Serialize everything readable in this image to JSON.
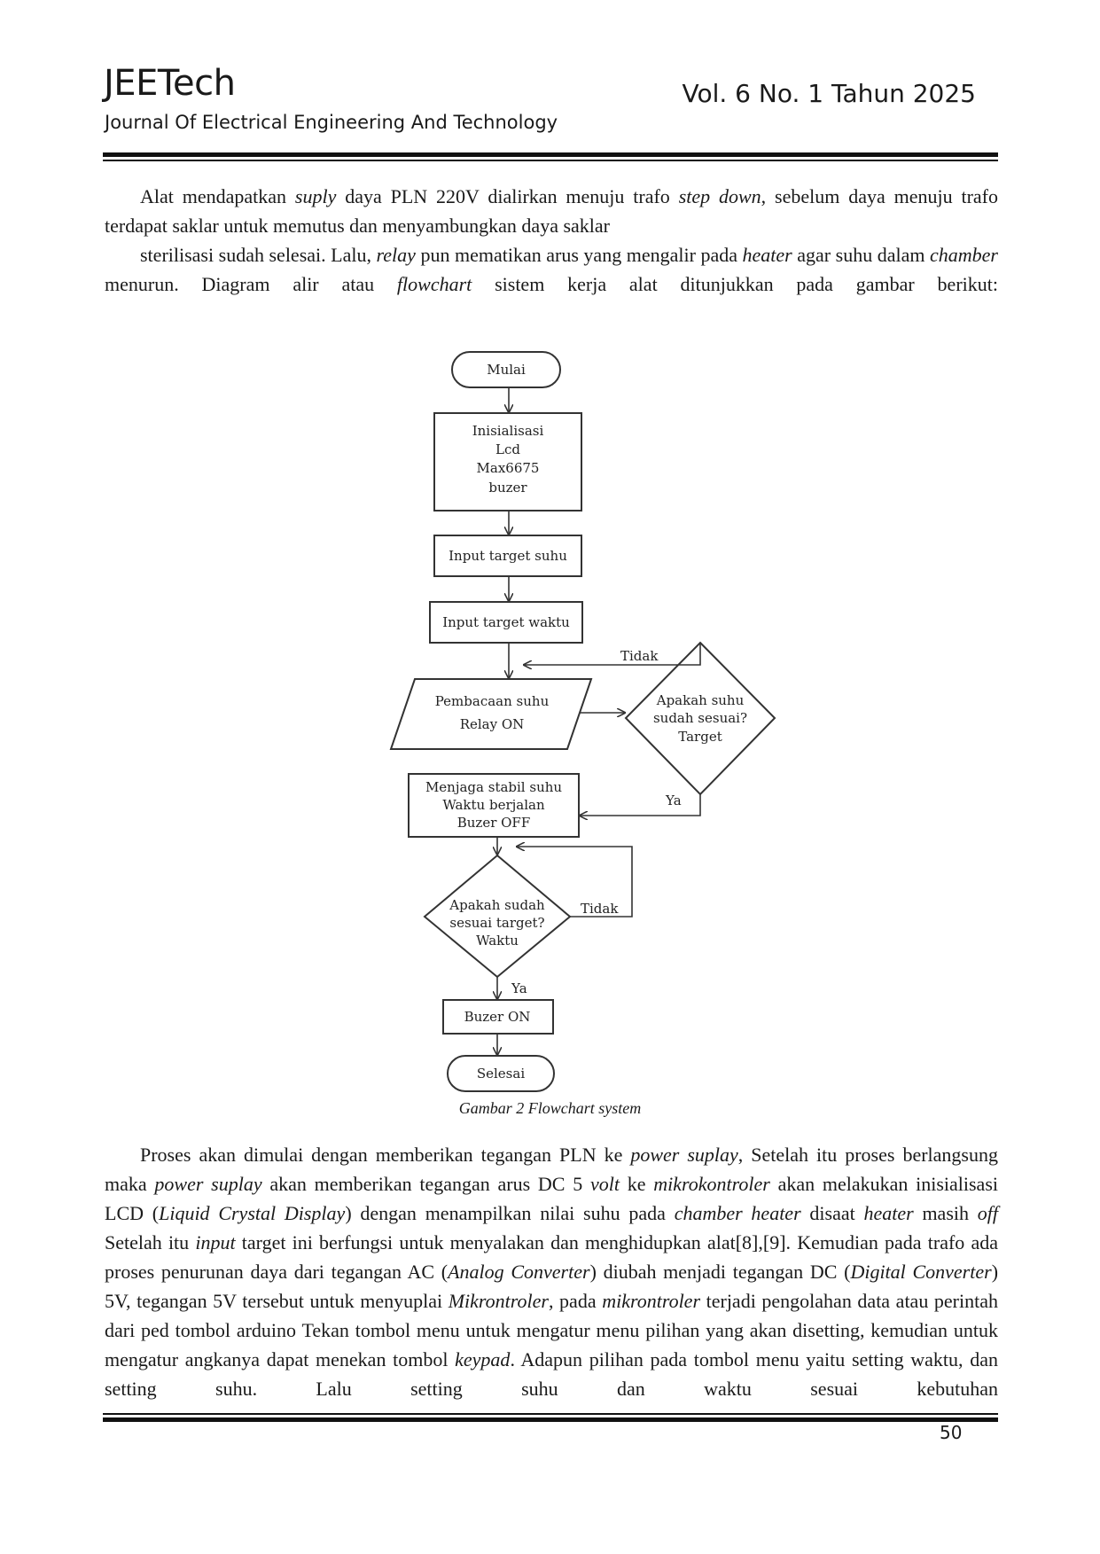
{
  "header": {
    "journal": "JEETech",
    "subtitle": "Journal Of Electrical Engineering And Technology",
    "issue": "Vol. 6 No. 1 Tahun 2025"
  },
  "para1": [
    {
      "t": "Alat mendapatkan "
    },
    {
      "t": "suply",
      "i": true
    },
    {
      "t": " daya PLN 220V dialirkan menuju trafo "
    },
    {
      "t": "step down",
      "i": true
    },
    {
      "t": ", sebelum daya menuju trafo terdapat saklar untuk memutus dan menyambungkan daya saklar"
    }
  ],
  "para2": [
    {
      "t": "sterilisasi sudah selesai. Lalu, "
    },
    {
      "t": "relay",
      "i": true
    },
    {
      "t": " pun mematikan arus yang mengalir pada "
    },
    {
      "t": "heater",
      "i": true
    },
    {
      "t": " agar suhu dalam "
    },
    {
      "t": "chamber",
      "i": true
    },
    {
      "t": " menurun. Diagram alir atau "
    },
    {
      "t": "flowchart",
      "i": true
    },
    {
      "t": " sistem kerja alat ditunjukkan pada gambar berikut:"
    }
  ],
  "flowchart": {
    "start": "Mulai",
    "init": [
      "Inisialisasi",
      "Lcd",
      "Max6675",
      "buzer"
    ],
    "input_temp": "Input target suhu",
    "input_time": "Input target waktu",
    "read": [
      "Pembacaan suhu",
      "Relay ON"
    ],
    "decision_temp": [
      "Apakah suhu",
      "sudah sesuai?",
      "Target"
    ],
    "hold": [
      "Menjaga stabil suhu",
      "Waktu berjalan",
      "Buzer OFF"
    ],
    "decision_time": [
      "Apakah sudah",
      "sesuai target?",
      "Waktu"
    ],
    "buzzer_on": "Buzer ON",
    "end": "Selesai",
    "no_label": "Tidak",
    "yes_label": "Ya"
  },
  "caption": "Gambar 2 Flowchart system",
  "para3": [
    {
      "t": "Proses akan dimulai dengan memberikan tegangan PLN ke "
    },
    {
      "t": "power suplay",
      "i": true
    },
    {
      "t": ", Setelah itu proses berlangsung maka "
    },
    {
      "t": "power suplay",
      "i": true
    },
    {
      "t": " akan memberikan tegangan arus DC 5 "
    },
    {
      "t": "volt",
      "i": true
    },
    {
      "t": " ke "
    },
    {
      "t": "mikrokontroler",
      "i": true
    },
    {
      "t": " akan melakukan inisialisasi LCD ("
    },
    {
      "t": "Liquid Crystal Display",
      "i": true
    },
    {
      "t": ") dengan menampilkan nilai suhu pada "
    },
    {
      "t": "chamber heater",
      "i": true
    },
    {
      "t": " disaat "
    },
    {
      "t": "heater",
      "i": true
    },
    {
      "t": " masih "
    },
    {
      "t": "off",
      "i": true
    },
    {
      "t": " Setelah itu "
    },
    {
      "t": "input",
      "i": true
    },
    {
      "t": " target ini berfungsi untuk menyalakan dan menghidupkan alat[8],[9]. Kemudian pada trafo ada proses penurunan daya dari tegangan AC ("
    },
    {
      "t": "Analog Converter",
      "i": true
    },
    {
      "t": ") diubah menjadi tegangan DC ("
    },
    {
      "t": "Digital Converter",
      "i": true
    },
    {
      "t": ") 5V, tegangan 5V tersebut untuk menyuplai "
    },
    {
      "t": "Mikrontroler",
      "i": true
    },
    {
      "t": ", pada "
    },
    {
      "t": "mikrontroler",
      "i": true
    },
    {
      "t": " terjadi pengolahan data atau perintah dari ped tombol arduino Tekan tombol menu untuk mengatur menu pilihan yang akan disetting, kemudian untuk mengatur angkanya dapat menekan tombol "
    },
    {
      "t": "keypad",
      "i": true
    },
    {
      "t": ". Adapun pilihan pada tombol menu yaitu setting waktu, dan setting suhu. Lalu setting suhu dan waktu sesuai kebutuhan"
    }
  ],
  "page_number": "50"
}
